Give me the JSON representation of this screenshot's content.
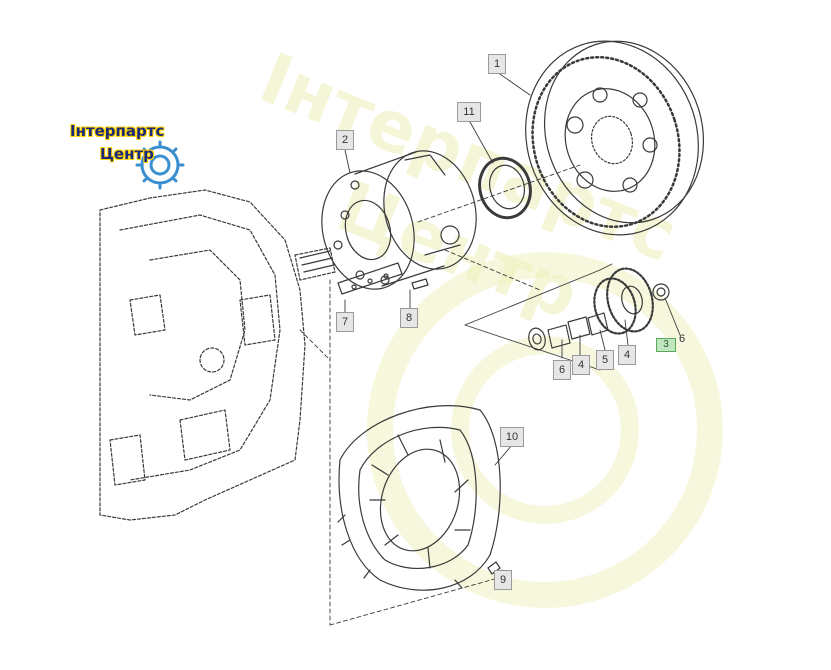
{
  "logo": {
    "line1": "Інтерпартс",
    "line2": "Центр"
  },
  "watermark": {
    "line1": "Інтерпартс",
    "line2": "Центр"
  },
  "callouts": {
    "c1": "1",
    "c2": "2",
    "c11": "11",
    "c7": "7",
    "c8": "8",
    "c6a": "6",
    "c4a": "4",
    "c5": "5",
    "c4b": "4",
    "c6b": "6",
    "c3": "3",
    "c10": "10",
    "c9": "9"
  },
  "colors": {
    "line": "#3a3a3a",
    "callout_bg": "#e6e6e6",
    "callout_highlight": "#bfe6bf",
    "logo_text": "#1b2a78",
    "logo_outline": "#ffd400",
    "gear_blue": "#3a8fd0",
    "watermark": "#f0f2c0"
  }
}
